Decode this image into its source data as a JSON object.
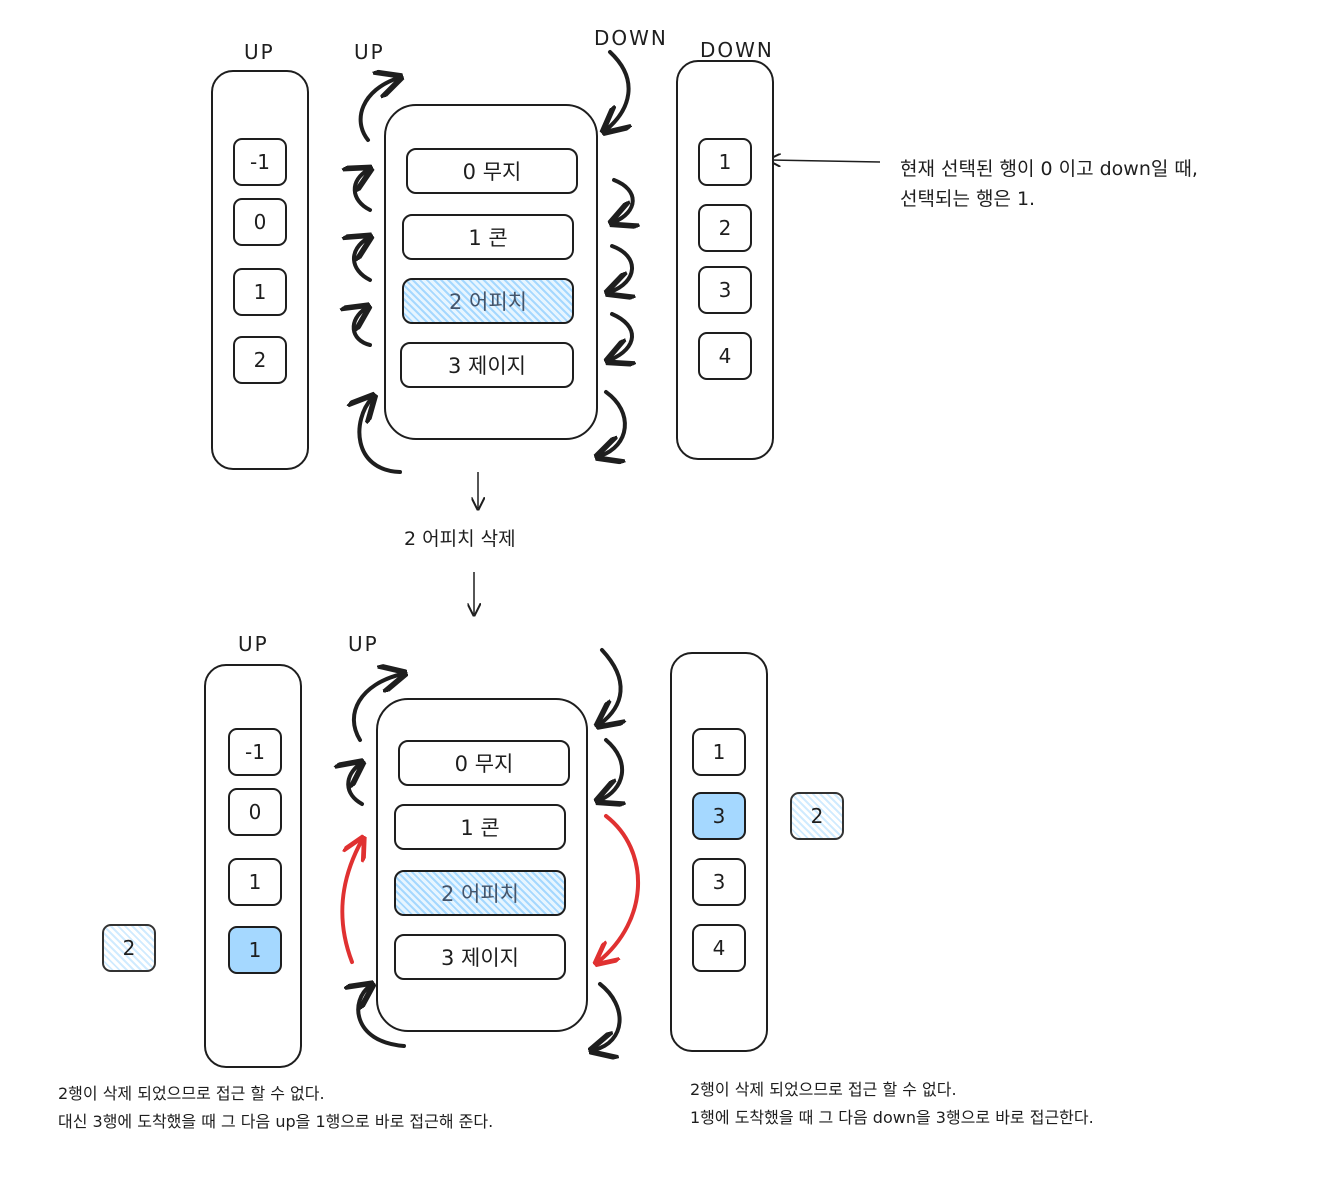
{
  "top": {
    "up_column_label": "UP",
    "up_arrows_label": "UP",
    "down_arrows_label": "DOWN",
    "down_column_label": "DOWN",
    "up_cells": [
      "-1",
      "0",
      "1",
      "2"
    ],
    "rows": [
      "0 무지",
      "1 콘",
      "2 어피치",
      "3 제이지"
    ],
    "down_cells": [
      "1",
      "2",
      "3",
      "4"
    ],
    "annotation_line1": "현재 선택된 행이 0 이고 down일 때,",
    "annotation_line2": "선택되는 행은 1."
  },
  "middle": {
    "delete_label": "2 어피치 삭제"
  },
  "bottom": {
    "up_column_label": "UP",
    "up_arrows_label": "UP",
    "up_cells": [
      "-1",
      "0",
      "1",
      "1"
    ],
    "deleted_badge_left": "2",
    "rows": [
      "0 무지",
      "1 콘",
      "2 어피치",
      "3 제이지"
    ],
    "down_cells": [
      "1",
      "3",
      "3",
      "4"
    ],
    "deleted_badge_right": "2",
    "left_note_line1": "2행이 삭제 되었으므로 접근 할 수 없다.",
    "left_note_line2": "대신 3행에 도착했을 때 그 다음 up을 1행으로 바로 접근해 준다.",
    "right_note_line1": "2행이 삭제 되었으므로 접근 할 수 없다.",
    "right_note_line2": "1행에 도착했을 때 그 다음 down을 3행으로 바로 접근한다."
  },
  "colors": {
    "stroke": "#1e1e1e",
    "highlight_blue": "#a5d8ff",
    "hatch_blue": "#d0ebff",
    "red_arrow": "#e03131"
  }
}
